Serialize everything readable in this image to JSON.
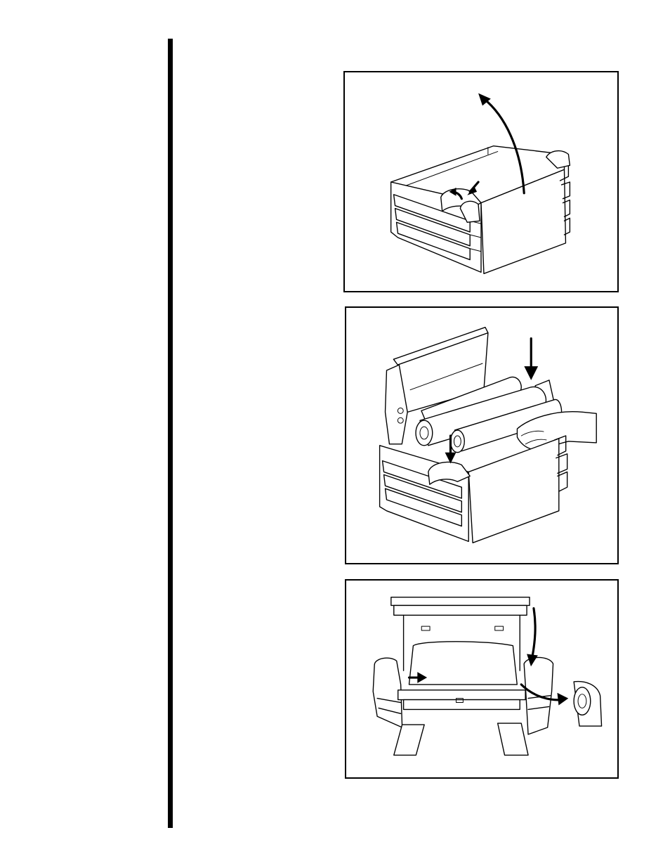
{
  "page": {
    "rule_color": "#000000",
    "background": "#ffffff"
  },
  "figures": [
    {
      "id": "fig1",
      "subject": "open-cover-step",
      "icons": [
        "printer-closed-icon",
        "lift-cover-arrow-icon",
        "release-latch-arrow-icon"
      ]
    },
    {
      "id": "fig2",
      "subject": "load-ribbon-roll-step",
      "icons": [
        "printer-open-icon",
        "hand-icon",
        "ribbon-roll-icon",
        "insert-down-arrow-icon"
      ]
    },
    {
      "id": "fig3",
      "subject": "seat-ribbon-spindle-step",
      "icons": [
        "printer-front-open-icon",
        "spindle-detail-icon",
        "push-right-arrow-icon",
        "curved-arrow-icon"
      ]
    }
  ]
}
